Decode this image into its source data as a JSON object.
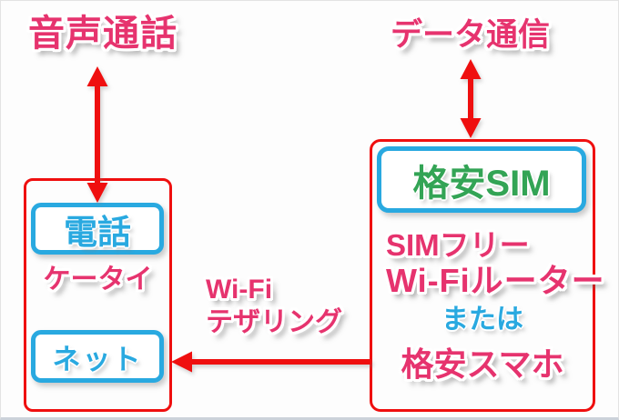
{
  "colors": {
    "pink": "#e6336e",
    "blue": "#29a9e0",
    "green": "#33a455",
    "red": "#ef0f0f",
    "background": "#fdfdfd",
    "edge": "#ccd2da"
  },
  "top_labels": {
    "voice": "音声通話",
    "data": "データ通信"
  },
  "keitai_box": {
    "phone_chip": "電話",
    "name": "ケータイ",
    "net_chip": "ネット"
  },
  "sim_box": {
    "sim_chip": "格安SIM",
    "device_line1": "SIMフリー",
    "device_line2": "Wi-Fiルーター",
    "or_text": "または",
    "device_alt": "格安スマホ"
  },
  "tethering": {
    "line1": "Wi-Fi",
    "line2": "テザリング"
  }
}
